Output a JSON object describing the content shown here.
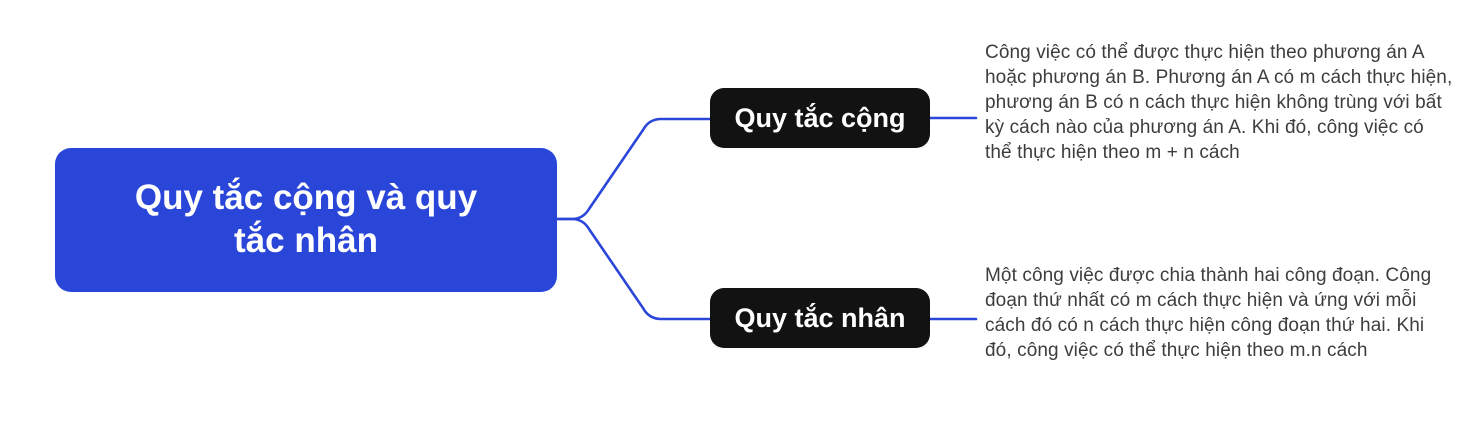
{
  "colors": {
    "background": "#ffffff",
    "root_node_fill": "#2a46d9",
    "branch_node_fill": "#121212",
    "connector_stroke": "#2b46d9",
    "node_text": "#ffffff",
    "description_text": "#3d3d3d"
  },
  "mindmap": {
    "root": {
      "label": "Quy tắc cộng và quy tắc nhân"
    },
    "branches": [
      {
        "label": "Quy tắc cộng",
        "description": "Công việc có thể được thực hiện theo phương án A hoặc phương án B. Phương án A có m cách thực hiện, phương án B có n cách thực hiện không trùng với bất kỳ cách nào của phương án A. Khi đó, công việc có thể thực hiện theo m + n cách"
      },
      {
        "label": "Quy tắc nhân",
        "description": "Một công việc được chia thành hai công đoạn. Công đoạn thứ nhất có m cách thực hiện và ứng với mỗi cách đó có n cách thực hiện công đoạn thứ hai. Khi đó, công việc có thể thực hiện theo m.n cách"
      }
    ]
  }
}
